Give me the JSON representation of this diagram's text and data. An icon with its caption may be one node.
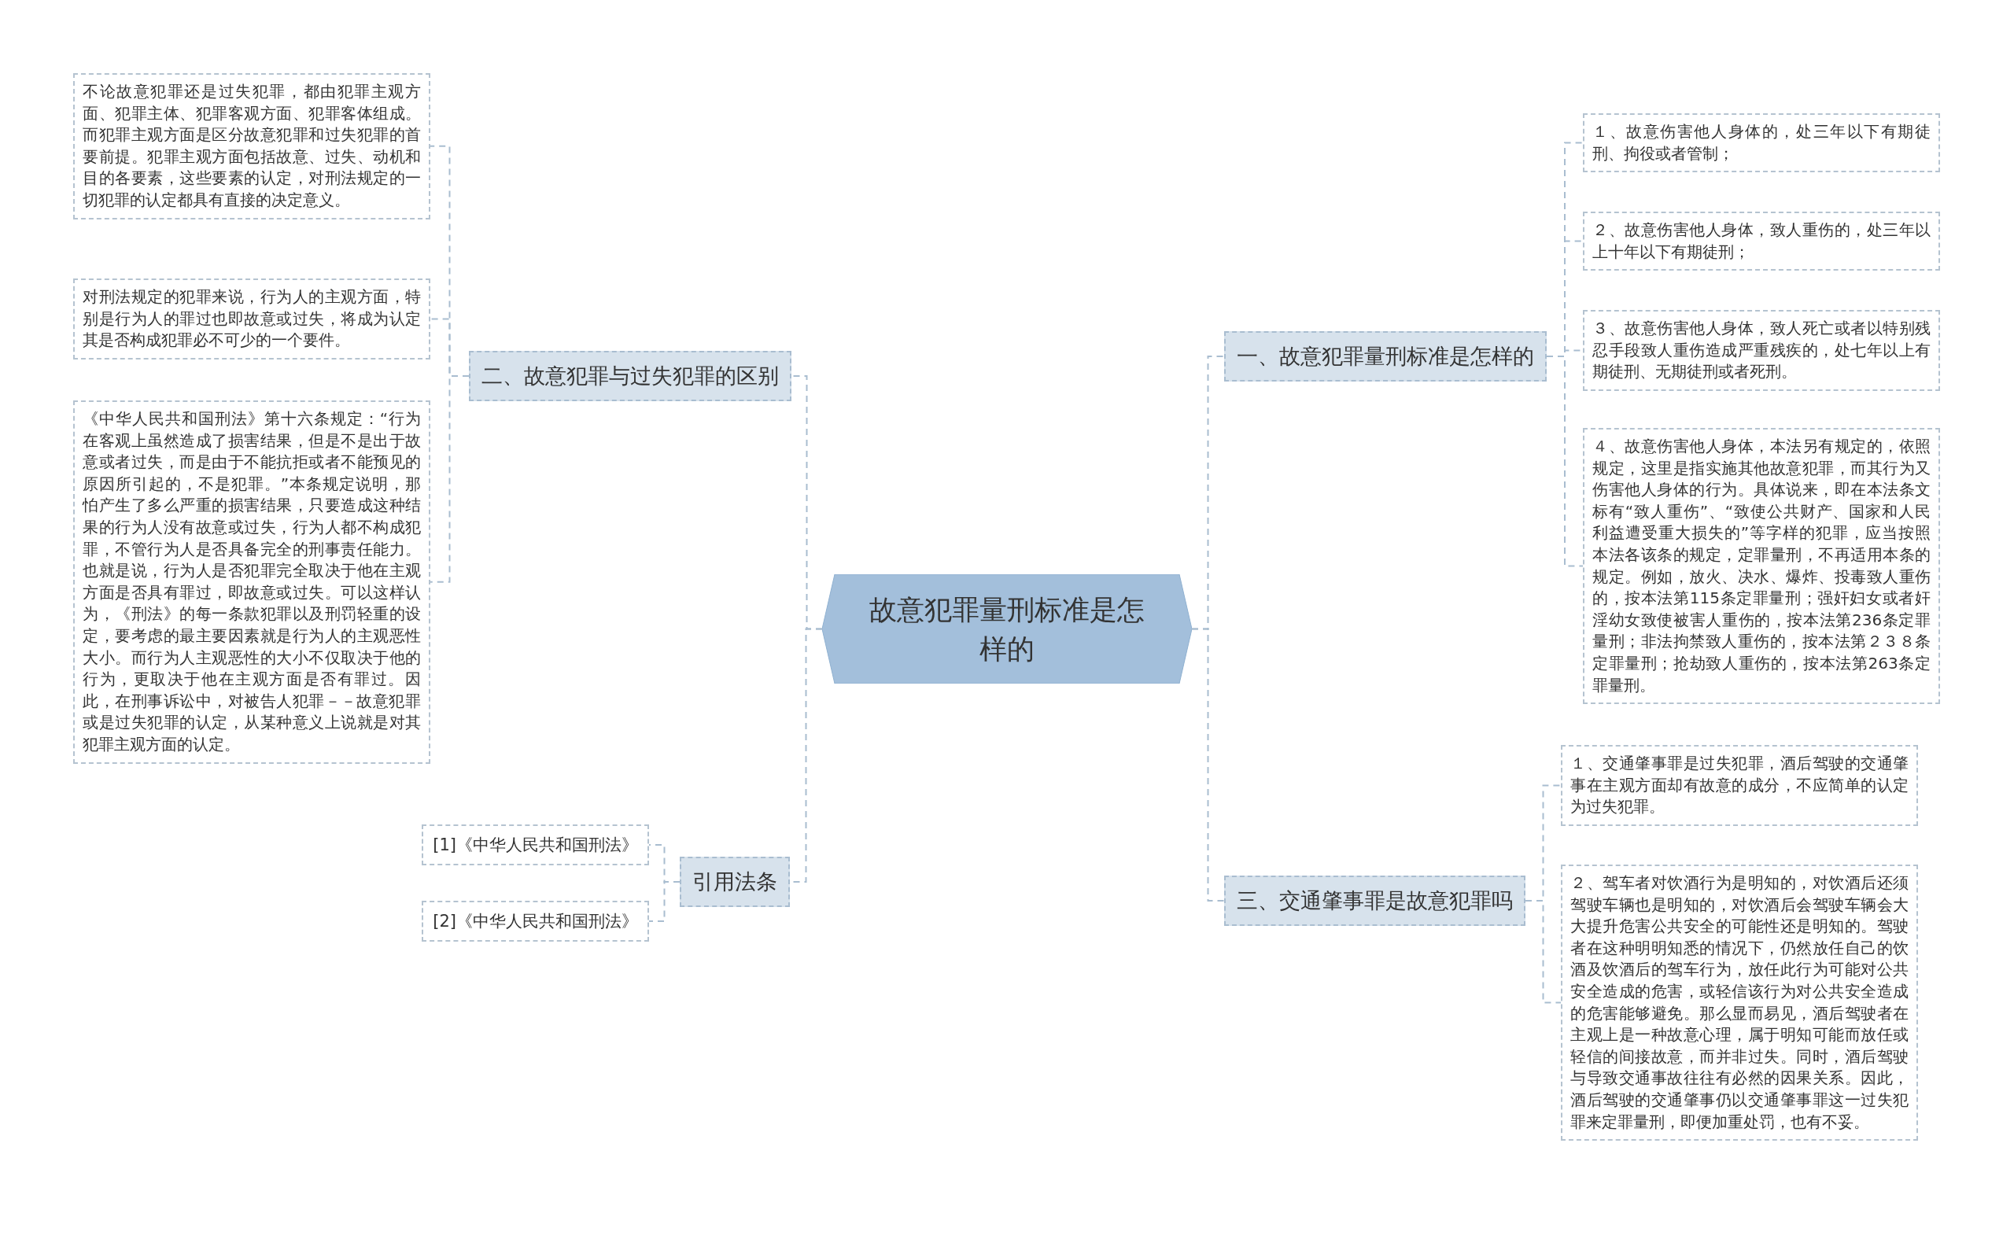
{
  "diagram": {
    "nodes": [
      {
        "text": [
          "故意犯罪量刑标准是怎样的"
        ]
      },
      {
        "text": [
          "二、故意犯罪与过失犯罪的区别"
        ]
      },
      {
        "text": [
          "不论故意犯罪还是过失犯罪，都由犯罪主观方面、犯罪主体、犯罪客观方面、犯罪客体组成。而犯罪主观方面是区分故意犯罪和过失犯罪的首要前提。犯罪主观方面包括故意、过失、动机和目的各要素，这些要素的认定，对刑法规定的一切犯罪的认定都具有直接的决定意义。"
        ]
      },
      {
        "text": [
          "对刑法规定的犯罪来说，行为人的主观方面，特别是行为人的罪过也即故意或过失，将成为认定其是否构成犯罪必不可少的一个要件。"
        ]
      },
      {
        "text": [
          "《中华人民共和国刑法》第十六条规定：“行为在客观上虽然造成了损害结果，但是不是出于故意或者过失，而是由于不能抗拒或者不能预见的原因所引起的，不是犯罪。”本条规定说明，那怕产生了多么严重的损害结果，只要造成这种结果的行为人没有故意或过失，行为人都不构成犯罪，不管行为人是否具备完全的刑事责任能力。也就是说，行为人是否犯罪完全取决于他在主观方面是否具有罪过，即故意或过失。可以这样认为，《刑法》的每一条款犯罪以及刑罚轻重的设定，要考虑的最主要因素就是行为人的主观恶性大小。而行为人主观恶性的大小不仅取决于他的行为，更取决于他在主观方面是否有罪过。因此，在刑事诉讼中，对被告人犯罪－－故意犯罪或是过失犯罪的认定，从某种意义上说就是对其犯罪主观方面的认定。"
        ]
      },
      {
        "text": [
          "引用法条"
        ]
      },
      {
        "text": [
          "[1]《中华人民共和国刑法》"
        ]
      },
      {
        "text": [
          "[2]《中华人民共和国刑法》"
        ]
      },
      {
        "text": [
          "一、故意犯罪量刑标准是怎样的"
        ]
      },
      {
        "text": [
          "１、故意伤害他人身体的，处三年以下有期徒刑、拘役或者管制；"
        ]
      },
      {
        "text": [
          "２、故意伤害他人身体，致人重伤的，处三年以上十年以下有期徒刑；"
        ]
      },
      {
        "text": [
          "３、故意伤害他人身体，致人死亡或者以特别残忍手段致人重伤造成严重残疾的，处七年以上有期徒刑、无期徒刑或者死刑。"
        ]
      },
      {
        "text": [
          "４、故意伤害他人身体，本法另有规定的，依照规定，这里是指实施其他故意犯罪，而其行为又伤害他人身体的行为。具体说来，即在本法条文标有“致人重伤”、“致使公共财产、国家和人民利益遭受重大损失的”等字样的犯罪，应当按照本法各该条的规定，定罪量刑，不再适用本条的规定。例如，放火、决水、爆炸、投毒致人重伤的，按本法第115条定罪量刑；强奸妇女或者奸淫幼女致使被害人重伤的，按本法第236条定罪量刑；非法拘禁致人重伤的，按本法第２３８条定罪量刑；抢劫致人重伤的，按本法第263条定罪量刑。"
        ]
      },
      {
        "text": [
          "三、交通肇事罪是故意犯罪吗"
        ]
      },
      {
        "text": [
          "１、交通肇事罪是过失犯罪，酒后驾驶的交通肇事在主观方面却有故意的成分，不应简单的认定为过失犯罪。"
        ]
      },
      {
        "text": [
          "２、驾车者对饮酒行为是明知的，对饮酒后还须驾驶车辆也是明知的，对饮酒后会驾驶车辆会大大提升危害公共安全的可能性还是明知的。驾驶者在这种明明知悉的情况下，仍然放任自己的饮酒及饮酒后的驾车行为，放任此行为可能对公共安全造成的危害，或轻信该行为对公共安全造成的危害能够避免。那么显而易见，酒后驾驶者在主观上是一种故意心理，属于明知可能而放任或轻信的间接故意，而并非过失。同时，酒后驾驶与导致交通事故往往有必然的因果关系。因此，酒后驾驶的交通肇事仍以交通肇事罪这一过失犯罪来定罪量刑，即便加重处罚，也有不妥。"
        ]
      }
    ],
    "edges": [
      {
        "from": 0,
        "to": 1,
        "arrow": "none"
      },
      {
        "from": 1,
        "to": 2,
        "arrow": "none"
      },
      {
        "from": 1,
        "to": 3,
        "arrow": "none"
      },
      {
        "from": 1,
        "to": 4,
        "arrow": "none"
      },
      {
        "from": 0,
        "to": 5,
        "arrow": "none"
      },
      {
        "from": 5,
        "to": 6,
        "arrow": "none"
      },
      {
        "from": 5,
        "to": 7,
        "arrow": "none"
      },
      {
        "from": 0,
        "to": 8,
        "arrow": "none"
      },
      {
        "from": 8,
        "to": 9,
        "arrow": "none"
      },
      {
        "from": 8,
        "to": 10,
        "arrow": "none"
      },
      {
        "from": 8,
        "to": 11,
        "arrow": "none"
      },
      {
        "from": 8,
        "to": 12,
        "arrow": "none"
      },
      {
        "from": 0,
        "to": 13,
        "arrow": "none"
      },
      {
        "from": 13,
        "to": 14,
        "arrow": "none"
      },
      {
        "from": 13,
        "to": 15,
        "arrow": "none"
      }
    ]
  }
}
